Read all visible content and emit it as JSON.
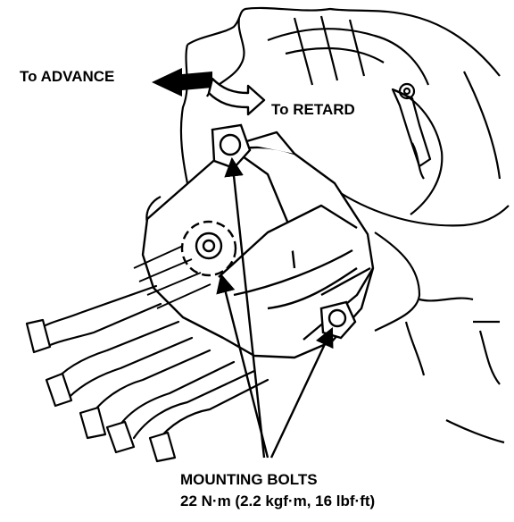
{
  "labels": {
    "advance": "To ADVANCE",
    "retard": "To RETARD",
    "mounting_bolts": "MOUNTING BOLTS",
    "torque": "22 N·m (2.2 kgf·m, 16 lbf·ft)"
  },
  "colors": {
    "ink": "#000000",
    "paper": "#ffffff"
  },
  "icons": {
    "advance_arrow": "solid-arrow-left",
    "retard_arrow": "outline-arrow-right",
    "leader_arrow": "arrowhead"
  }
}
